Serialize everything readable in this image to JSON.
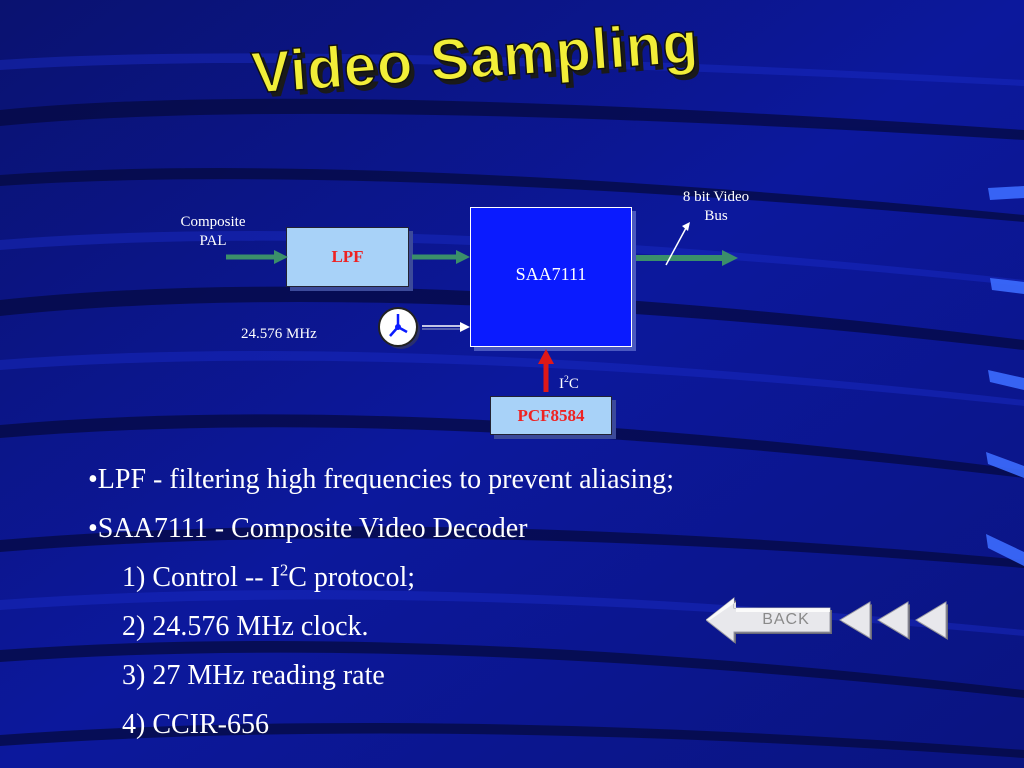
{
  "slide": {
    "title": "Video Sampling"
  },
  "diagram": {
    "input_label_line1": "Composite",
    "input_label_line2": "PAL",
    "lpf_label": "LPF",
    "decoder_label": "SAA7111",
    "controller_label": "PCF8584",
    "clock_freq_label": "24.576 MHz",
    "bus_label_line1": "8 bit Video",
    "bus_label_line2": "Bus",
    "i2c_label_base": "I",
    "i2c_label_sup": "2",
    "i2c_label_rest": "C",
    "colors": {
      "background": "#0b1592",
      "title_yellow": "#f2ee38",
      "signal_arrow": "#3b8f6a",
      "control_arrow": "#e01818",
      "lpf_fill": "#a8d2f8",
      "decoder_fill": "#0a1bff",
      "highlight_text": "#ee2222"
    },
    "icons": [
      "clock-icon"
    ]
  },
  "bullets": {
    "b1": "•LPF - filtering high frequencies to prevent aliasing;",
    "b2": "•SAA7111 - Composite Video Decoder",
    "b3_pre": "1) Control -- I",
    "b3_sup": "2",
    "b3_post": "C protocol;",
    "b4": "2) 24.576 MHz  clock.",
    "b5": "3) 27 MHz reading rate",
    "b6": "4) CCIR-656"
  },
  "nav": {
    "back_label": "BACK",
    "icons": [
      "back-arrow-icon",
      "prev-arrow-icon",
      "prev-arrow-icon",
      "prev-arrow-icon"
    ]
  }
}
